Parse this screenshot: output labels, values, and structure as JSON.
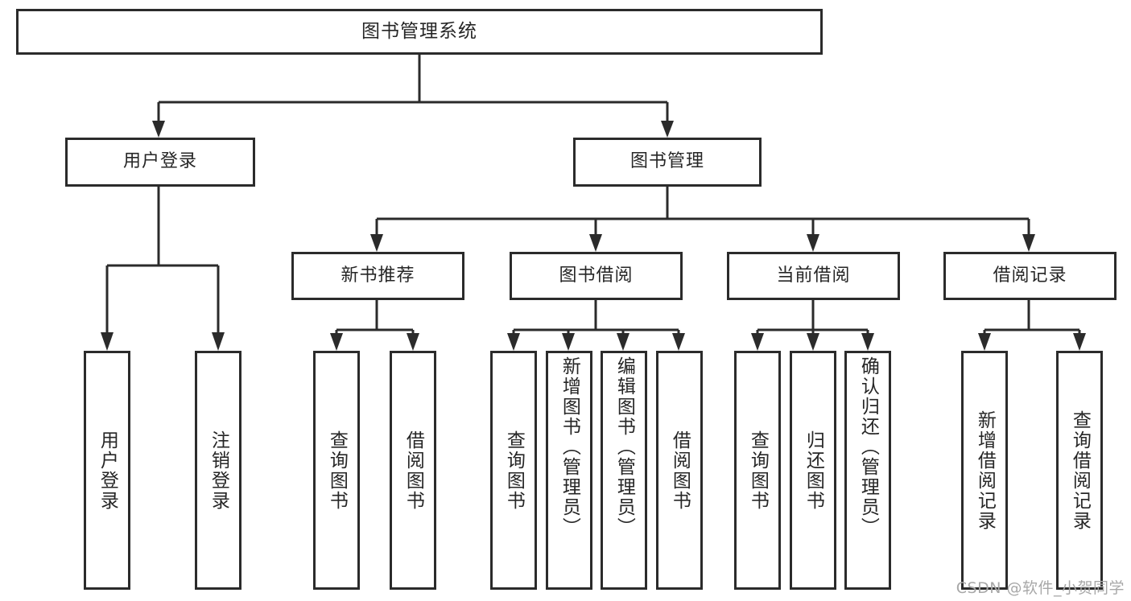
{
  "diagram": {
    "title": "图书管理系统",
    "type": "tree",
    "watermark": "CSDN @软件_小贺同学",
    "colors": {
      "stroke": "#2b2b2b",
      "box_fill": "#ffffff",
      "text": "#262626",
      "watermark": "#a8a8a8",
      "background": "#ffffff"
    },
    "nodes": {
      "root": {
        "label": "图书管理系统"
      },
      "level2": [
        {
          "label": "用户登录"
        },
        {
          "label": "图书管理"
        }
      ],
      "level3": [
        {
          "label": "新书推荐"
        },
        {
          "label": "图书借阅"
        },
        {
          "label": "当前借阅"
        },
        {
          "label": "借阅记录"
        }
      ],
      "leaves": {
        "user_login": [
          {
            "label": "用户登录"
          },
          {
            "label": "注销登录"
          }
        ],
        "new_book": [
          {
            "label": "查询图书"
          },
          {
            "label": "借阅图书"
          }
        ],
        "book_borrow": [
          {
            "label": "查询图书"
          },
          {
            "label": "新增图书（管理员）"
          },
          {
            "label": "编辑图书（管理员）"
          },
          {
            "label": "借阅图书"
          }
        ],
        "current_borrow": [
          {
            "label": "查询图书"
          },
          {
            "label": "归还图书"
          },
          {
            "label": "确认归还（管理员）"
          }
        ],
        "borrow_record": [
          {
            "label": "新增借阅记录"
          },
          {
            "label": "查询借阅记录"
          }
        ]
      }
    }
  }
}
